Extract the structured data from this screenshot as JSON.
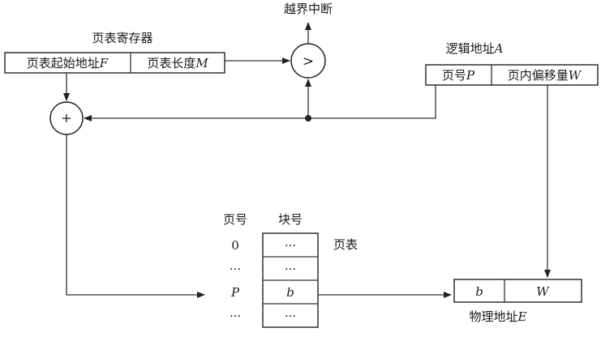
{
  "labels": {
    "overflow_interrupt": "越界中断",
    "page_table_register": "页表寄存器",
    "logical_address": "逻辑地址",
    "logical_address_var": "A",
    "page_table": "页表",
    "col_page_no": "页号",
    "col_block_no": "块号",
    "physical_address": "物理地址",
    "physical_address_var": "E"
  },
  "register_cells": {
    "start_label": "页表起始地址",
    "start_var": "F",
    "length_label": "页表长度",
    "length_var": "M"
  },
  "logical_cells": {
    "page_label": "页号",
    "page_var": "P",
    "offset_label": "页内偏移量",
    "offset_var": "W"
  },
  "operators": {
    "compare": ">",
    "add": "+"
  },
  "table": {
    "rows": [
      {
        "page": "0",
        "block": "···",
        "italic": false
      },
      {
        "page": "···",
        "block": "···",
        "italic": false
      },
      {
        "page": "P",
        "block": "b",
        "italic": true
      },
      {
        "page": "···",
        "block": "···",
        "italic": false
      }
    ]
  },
  "physical_cells": {
    "block": "b",
    "offset": "W"
  }
}
